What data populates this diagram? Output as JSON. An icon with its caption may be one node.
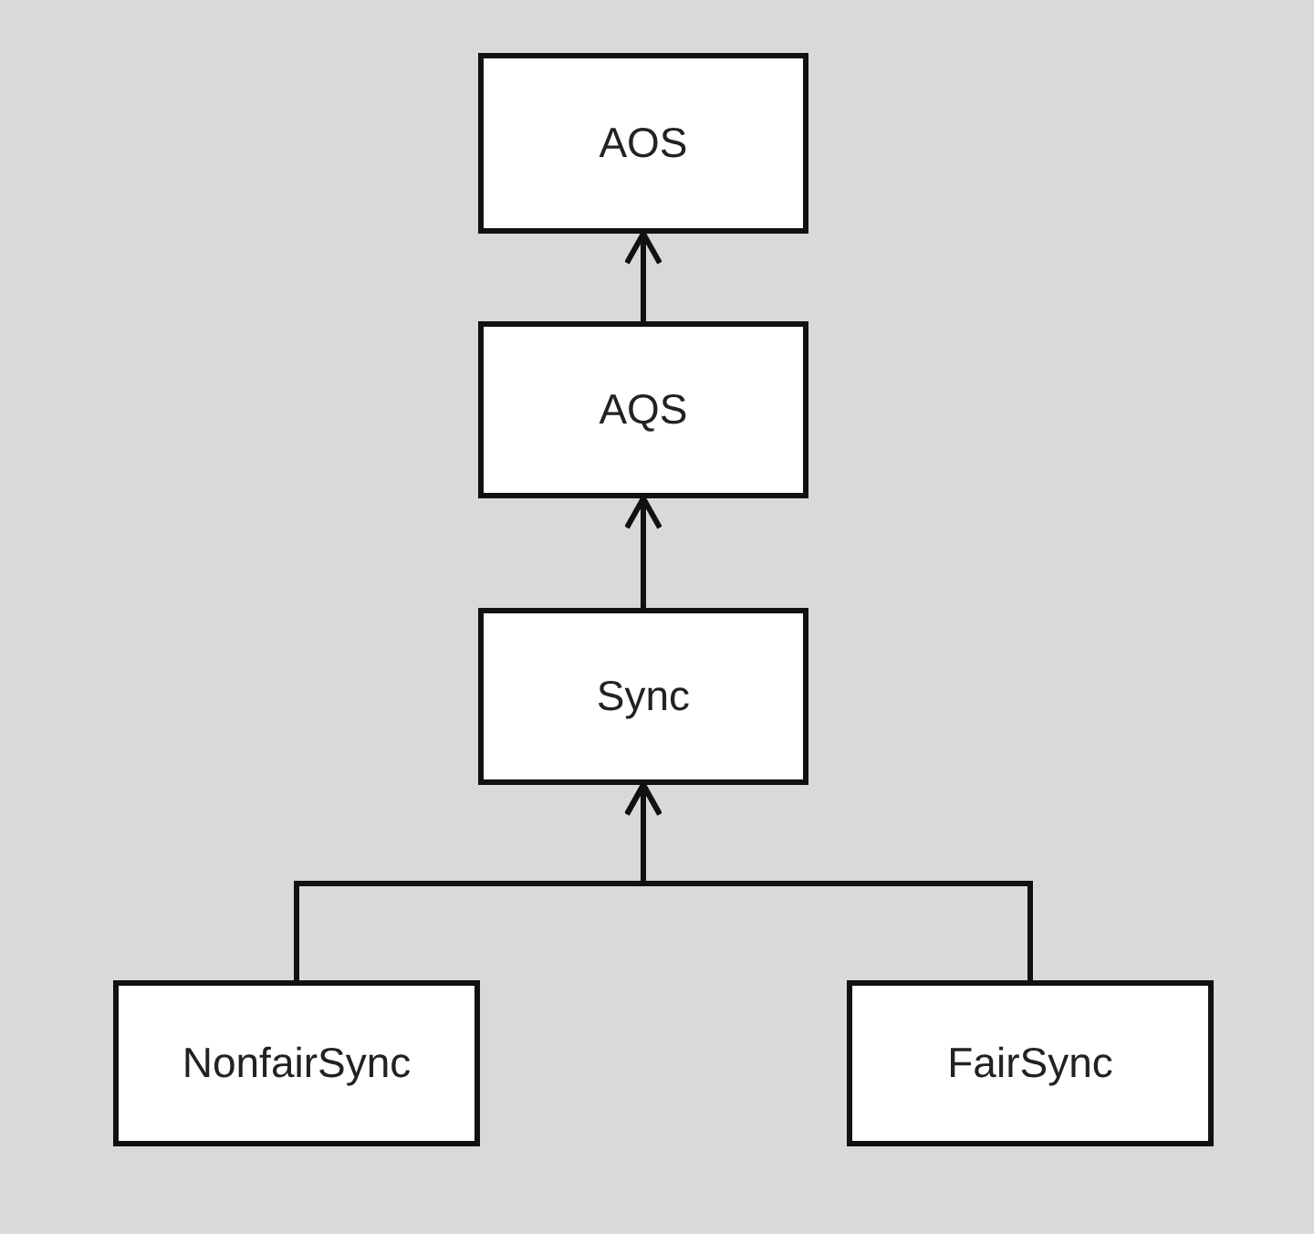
{
  "diagram": {
    "nodes": [
      {
        "text": [
          "AOS"
        ]
      },
      {
        "text": [
          "AQS"
        ]
      },
      {
        "text": [
          "Sync"
        ]
      },
      {
        "text": [
          "NonfairSync"
        ]
      },
      {
        "text": [
          "FairSync"
        ]
      }
    ],
    "edges": [
      {
        "from": 1,
        "to": 0,
        "arrow": "to"
      },
      {
        "from": 2,
        "to": 1,
        "arrow": "to"
      },
      {
        "from": 3,
        "to": 2,
        "arrow": "to"
      },
      {
        "from": 4,
        "to": 2,
        "arrow": "to"
      }
    ]
  }
}
